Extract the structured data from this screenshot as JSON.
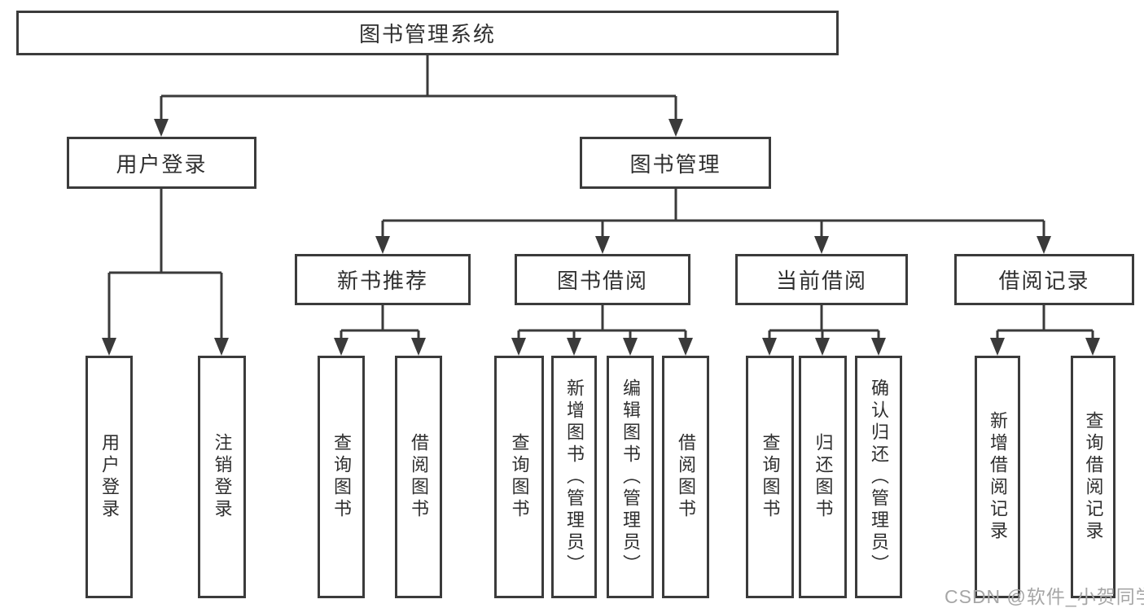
{
  "tree": {
    "root": {
      "label": "图书管理系统",
      "children": [
        {
          "label": "用户登录",
          "children": [
            {
              "label": "用户登录"
            },
            {
              "label": "注销登录"
            }
          ]
        },
        {
          "label": "图书管理",
          "children": [
            {
              "label": "新书推荐",
              "children": [
                {
                  "label": "查询图书"
                },
                {
                  "label": "借阅图书"
                }
              ]
            },
            {
              "label": "图书借阅",
              "children": [
                {
                  "label": "查询图书"
                },
                {
                  "label": "新增图书（管理员）"
                },
                {
                  "label": "编辑图书（管理员）"
                },
                {
                  "label": "借阅图书"
                }
              ]
            },
            {
              "label": "当前借阅",
              "children": [
                {
                  "label": "查询图书"
                },
                {
                  "label": "归还图书"
                },
                {
                  "label": "确认归还（管理员）"
                }
              ]
            },
            {
              "label": "借阅记录",
              "children": [
                {
                  "label": "新增借阅记录"
                },
                {
                  "label": "查询借阅记录"
                }
              ]
            }
          ]
        }
      ]
    }
  },
  "watermark": {
    "text": "CSDN @软件_小贺同学"
  },
  "colors": {
    "line": "#3a3a3a",
    "border": "#3b3b3b",
    "text": "#2f2f2f",
    "background": "#ffffff",
    "watermark": "#a6a6a6"
  }
}
